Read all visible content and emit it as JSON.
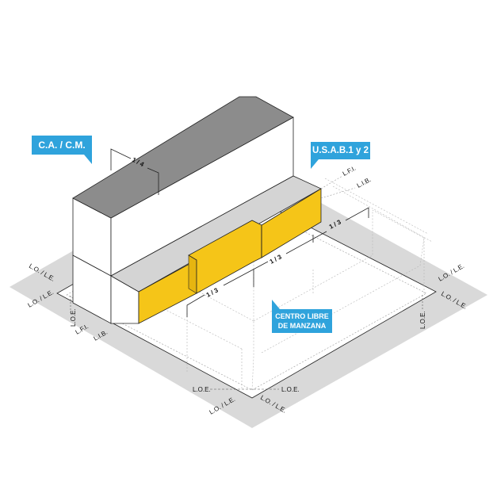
{
  "diagram": {
    "title": "Isometric urban block zoning diagram",
    "colors": {
      "ground_band": "#d9d9d9",
      "block_plot": "#ffffff",
      "tower_roof": "#8c8c8c",
      "podium_roof": "#d4d4d4",
      "yellow_volume": "#f5c518",
      "callout_blue": "#2fa3dc",
      "line": "#222222",
      "dotted_line": "#9a9a9a"
    },
    "callouts": {
      "ca_cm": "C.A. / C.M.",
      "usab": "U.S.A.B.1 y 2",
      "centro_line1": "CENTRO LIBRE",
      "centro_line2": "DE MANZANA"
    },
    "dimensions": {
      "tower_ratio": "1 / 4",
      "third_1": "1 / 3",
      "third_2": "1 / 3",
      "third_3": "1 / 3"
    },
    "line_labels": {
      "top_lfi": "L.F.I.",
      "top_lib": "L.I.B.",
      "left_lo_le_top": "L.O. / L.E.",
      "left_lo_le_bottom": "L.O. / L.E.",
      "left_loe": "L.O.E.",
      "left_lfi": "L.F.I.",
      "left_lib": "L.I.B.",
      "right_lo_le_top": "L.O. / L.E.",
      "right_lo_le_bottom": "L.O. / L.E.",
      "right_loe": "L.O.E.",
      "bottom_loe_left": "L.O.E.",
      "bottom_loe_right": "L.O.E.",
      "bottom_lo_le_left": "L.O. / L.E.",
      "bottom_lo_le_right": "L.O. / L.E."
    }
  }
}
